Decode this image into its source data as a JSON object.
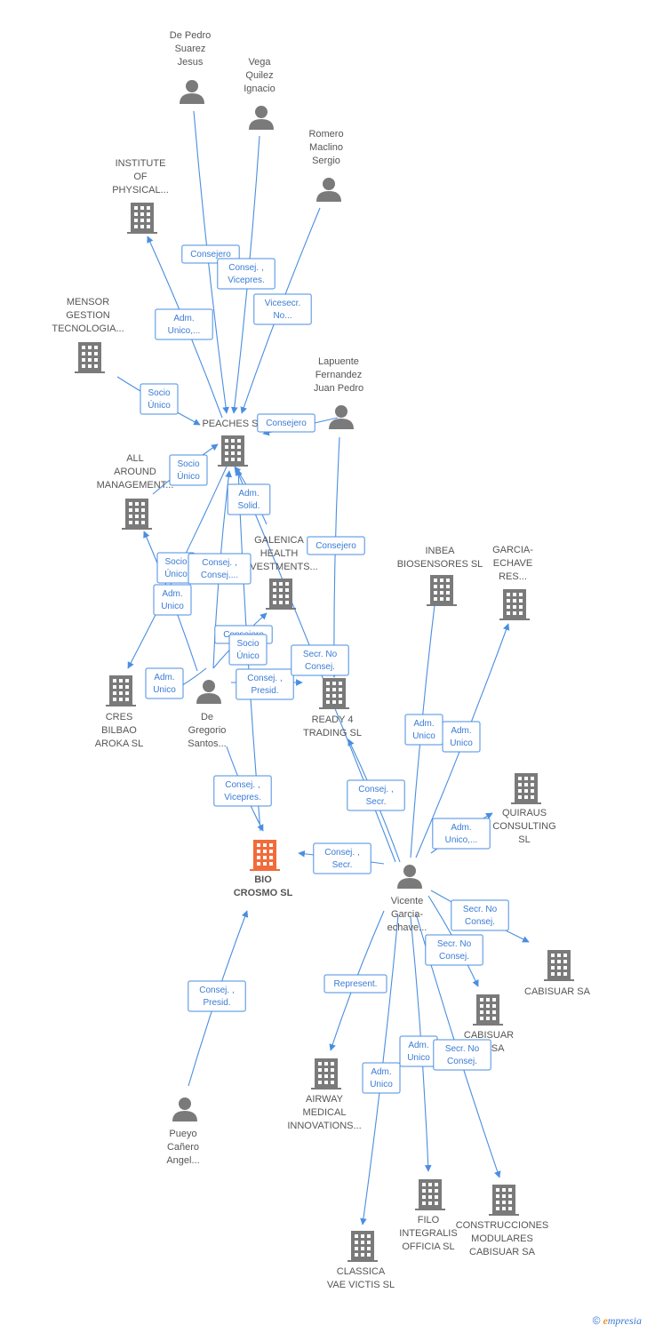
{
  "colors": {
    "edge": "#4a8ee0",
    "company": "#7a7a7a",
    "person": "#7a7a7a",
    "focus": "#f26b3a",
    "label": "#555555"
  },
  "nodes": [
    {
      "id": "depedro",
      "kind": "person",
      "lines": [
        "De Pedro",
        "Suarez",
        "Jesus"
      ]
    },
    {
      "id": "vega",
      "kind": "person",
      "lines": [
        "Vega",
        "Quilez",
        "Ignacio"
      ]
    },
    {
      "id": "romero",
      "kind": "person",
      "lines": [
        "Romero",
        "Maclino",
        "Sergio"
      ]
    },
    {
      "id": "institute",
      "kind": "company",
      "lines": [
        "INSTITUTE",
        "OF",
        "PHYSICAL..."
      ]
    },
    {
      "id": "mensor",
      "kind": "company",
      "lines": [
        "MENSOR",
        "GESTION",
        "TECNOLOGIA..."
      ]
    },
    {
      "id": "lapuente",
      "kind": "person",
      "lines": [
        "Lapuente",
        "Fernandez",
        "Juan Pedro"
      ]
    },
    {
      "id": "peaches",
      "kind": "company",
      "lines": [
        "PEACHES SL"
      ]
    },
    {
      "id": "allaround",
      "kind": "company",
      "lines": [
        "ALL",
        "AROUND",
        "MANAGEMENT..."
      ]
    },
    {
      "id": "galenica",
      "kind": "company",
      "lines": [
        "GALENICA",
        "HEALTH",
        "INVESTMENTS..."
      ]
    },
    {
      "id": "inbea",
      "kind": "company",
      "lines": [
        "INBEA",
        "BIOSENSORES SL"
      ]
    },
    {
      "id": "garcia",
      "kind": "company",
      "lines": [
        "GARCIA-",
        "ECHAVE",
        "RES..."
      ]
    },
    {
      "id": "cres",
      "kind": "company",
      "lines": [
        "CRES",
        "BILBAO",
        "AROKA  SL"
      ]
    },
    {
      "id": "degregorio",
      "kind": "person",
      "lines": [
        "De",
        "Gregorio",
        "Santos..."
      ]
    },
    {
      "id": "ready4",
      "kind": "company",
      "lines": [
        "READY 4",
        "TRADING  SL"
      ]
    },
    {
      "id": "quiraus",
      "kind": "company",
      "lines": [
        "QUIRAUS",
        "CONSULTING",
        "SL"
      ]
    },
    {
      "id": "bio",
      "kind": "focus",
      "lines": [
        "BIO",
        "CROSMO  SL"
      ]
    },
    {
      "id": "vicente",
      "kind": "person",
      "lines": [
        "Vicente",
        "Garcia-",
        "echave..."
      ]
    },
    {
      "id": "cabisuar",
      "kind": "company",
      "lines": [
        "CABISUAR SA"
      ]
    },
    {
      "id": "cabisuarite",
      "kind": "company",
      "lines": [
        "CABISUAR",
        "ITE SA"
      ]
    },
    {
      "id": "airway",
      "kind": "company",
      "lines": [
        "AIRWAY",
        "MEDICAL",
        "INNOVATIONS..."
      ]
    },
    {
      "id": "pueyo",
      "kind": "person",
      "lines": [
        "Pueyo",
        "Cañero",
        "Angel..."
      ]
    },
    {
      "id": "filo",
      "kind": "company",
      "lines": [
        "FILO",
        "INTEGRALIS",
        "OFFICIA  SL"
      ]
    },
    {
      "id": "construcciones",
      "kind": "company",
      "lines": [
        "CONSTRUCCIONES",
        "MODULARES",
        "CABISUAR SA"
      ]
    },
    {
      "id": "classica",
      "kind": "company",
      "lines": [
        "CLASSICA",
        "VAE VICTIS SL"
      ]
    }
  ],
  "edges": [
    {
      "from": "depedro",
      "to": "peaches",
      "label": [
        "Consejero"
      ]
    },
    {
      "from": "vega",
      "to": "peaches",
      "label": [
        "Consej. ,",
        "Vicepres."
      ]
    },
    {
      "from": "romero",
      "to": "peaches",
      "label": [
        "Vicesecr.",
        "No..."
      ]
    },
    {
      "from": "peaches",
      "to": "institute",
      "label": [
        "Adm.",
        "Unico,..."
      ]
    },
    {
      "from": "mensor",
      "to": "peaches",
      "label": [
        "Socio",
        "Único"
      ]
    },
    {
      "from": "lapuente",
      "to": "peaches",
      "label": [
        "Consejero"
      ]
    },
    {
      "from": "allaround",
      "to": "peaches",
      "label": [
        "Socio",
        "Único"
      ]
    },
    {
      "from": "galenica",
      "to": "peaches",
      "label": [
        "Adm.",
        "Solid."
      ]
    },
    {
      "from": "lapuente",
      "to": "ready4",
      "label": [
        "Consejero"
      ]
    },
    {
      "from": "degregorio",
      "to": "allaround",
      "label": [
        "Socio",
        "Único"
      ]
    },
    {
      "from": "degregorio",
      "to": "peaches",
      "label": [
        "Consej. ,",
        "Consej...."
      ]
    },
    {
      "from": "peaches",
      "to": "cres",
      "label": [
        "Adm.",
        "Unico"
      ]
    },
    {
      "from": "degregorio",
      "to": "galenica",
      "label": [
        "Consejero"
      ]
    },
    {
      "from": "degregorio",
      "to": "ready4",
      "label": [
        "Consej. ,",
        "Presid."
      ]
    },
    {
      "from": "degregorio",
      "to": "bio",
      "label": [
        "Consej. ,",
        "Vicepres."
      ]
    },
    {
      "from": "vicente",
      "to": "peaches",
      "label": [
        "Secr.  No",
        "Consej."
      ]
    },
    {
      "from": "bio",
      "to": "peaches",
      "label": [
        "Socio",
        "Único"
      ]
    },
    {
      "from": "vicente",
      "to": "ready4",
      "label": [
        "Consej. ,",
        "Secr."
      ]
    },
    {
      "from": "vicente",
      "to": "inbea",
      "label": [
        "Adm.",
        "Unico"
      ]
    },
    {
      "from": "vicente",
      "to": "garcia",
      "label": [
        "Adm.",
        "Unico"
      ]
    },
    {
      "from": "vicente",
      "to": "quiraus",
      "label": [
        "Adm.",
        "Unico,..."
      ]
    },
    {
      "from": "vicente",
      "to": "bio",
      "label": [
        "Consej. ,",
        "Secr."
      ]
    },
    {
      "from": "vicente",
      "to": "cabisuar",
      "label": [
        "Secr.  No",
        "Consej."
      ]
    },
    {
      "from": "vicente",
      "to": "cabisuarite",
      "label": [
        "Secr.  No",
        "Consej."
      ]
    },
    {
      "from": "vicente",
      "to": "airway",
      "label": [
        "Represent."
      ]
    },
    {
      "from": "vicente",
      "to": "filo",
      "label": [
        "Adm.",
        "Unico"
      ]
    },
    {
      "from": "vicente",
      "to": "construcciones",
      "label": [
        "Secr.  No",
        "Consej."
      ]
    },
    {
      "from": "vicente",
      "to": "classica",
      "label": [
        "Adm.",
        "Unico"
      ]
    },
    {
      "from": "pueyo",
      "to": "bio",
      "label": [
        "Consej. ,",
        "Presid."
      ]
    },
    {
      "from": "cres",
      "to": "degregorio",
      "label": [
        "Adm.",
        "Unico"
      ]
    }
  ],
  "branding": {
    "copyright": "©",
    "brand": "mpresia",
    "brand_initial": "e"
  }
}
